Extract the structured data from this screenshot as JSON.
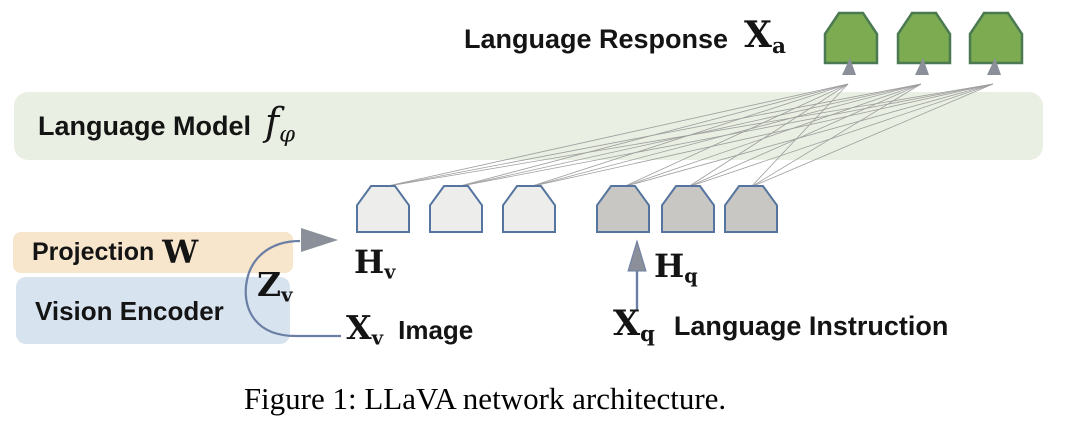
{
  "diagram": {
    "caption": "Figure 1: LLaVA network architecture.",
    "labels": {
      "language_response": "Language Response",
      "x_a": {
        "base": "X",
        "sub": "a"
      },
      "language_model": "Language Model",
      "f_phi": {
        "base": "f",
        "sub": "φ"
      },
      "projection": "Projection",
      "projection_w": "W",
      "vision_encoder": "Vision Encoder",
      "z_v": {
        "base": "Z",
        "sub": "v"
      },
      "h_v": {
        "base": "H",
        "sub": "v"
      },
      "h_q": {
        "base": "H",
        "sub": "q"
      },
      "x_v": {
        "base": "X",
        "sub": "v"
      },
      "image": "Image",
      "x_q": {
        "base": "X",
        "sub": "q"
      },
      "language_instruction": "Language Instruction"
    },
    "tokens": {
      "visual_count": 3,
      "text_count": 3,
      "response_count": 3
    },
    "colors": {
      "banner_bg": "#e9efe2",
      "projection_bg": "#f7e5cc",
      "vision_bg": "#d8e3f0",
      "token_light_fill": "#ededeb",
      "token_dark_fill": "#c9c7c3",
      "token_border": "#55749f",
      "response_fill": "#7cab51",
      "response_border": "#4b7a52",
      "line": "#9e9e9e",
      "arrow_fill": "#8a8f99",
      "arrow_stroke": "#6b7fa5",
      "text": "#141414"
    }
  }
}
